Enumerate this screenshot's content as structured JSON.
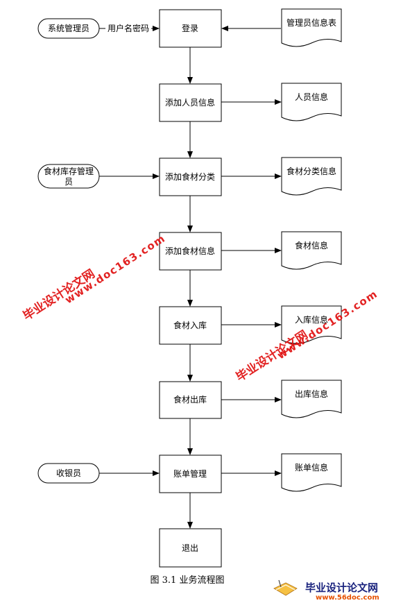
{
  "actors": {
    "admin": "系统管理员",
    "inventory_manager_line1": "食材库存管理",
    "inventory_manager_line2": "员",
    "cashier": "收银员"
  },
  "edge_label_credentials": "用户名密码",
  "processes": {
    "login": "登录",
    "add_personnel": "添加人员信息",
    "add_category": "添加食材分类",
    "add_ingredient": "添加食材信息",
    "stock_in": "食材入库",
    "stock_out": "食材出库",
    "billing": "账单管理",
    "exit": "退出"
  },
  "documents": {
    "admin_table": "管理员信息表",
    "personnel": "人员信息",
    "category": "食材分类信息",
    "ingredient": "食材信息",
    "stock_in": "入库信息",
    "stock_out": "出库信息",
    "bill": "账单信息"
  },
  "caption": "图 3.1 业务流程图",
  "watermarks": {
    "url": "www.doc163.com",
    "site_name": "毕业设计论文网",
    "footer_name": "毕业设计论文网",
    "footer_url": "www.56doc.com"
  },
  "colors": {
    "line": "#000000",
    "watermark_red": "#e01010",
    "footer_blue": "#1a237e",
    "footer_orange": "#e65100"
  }
}
